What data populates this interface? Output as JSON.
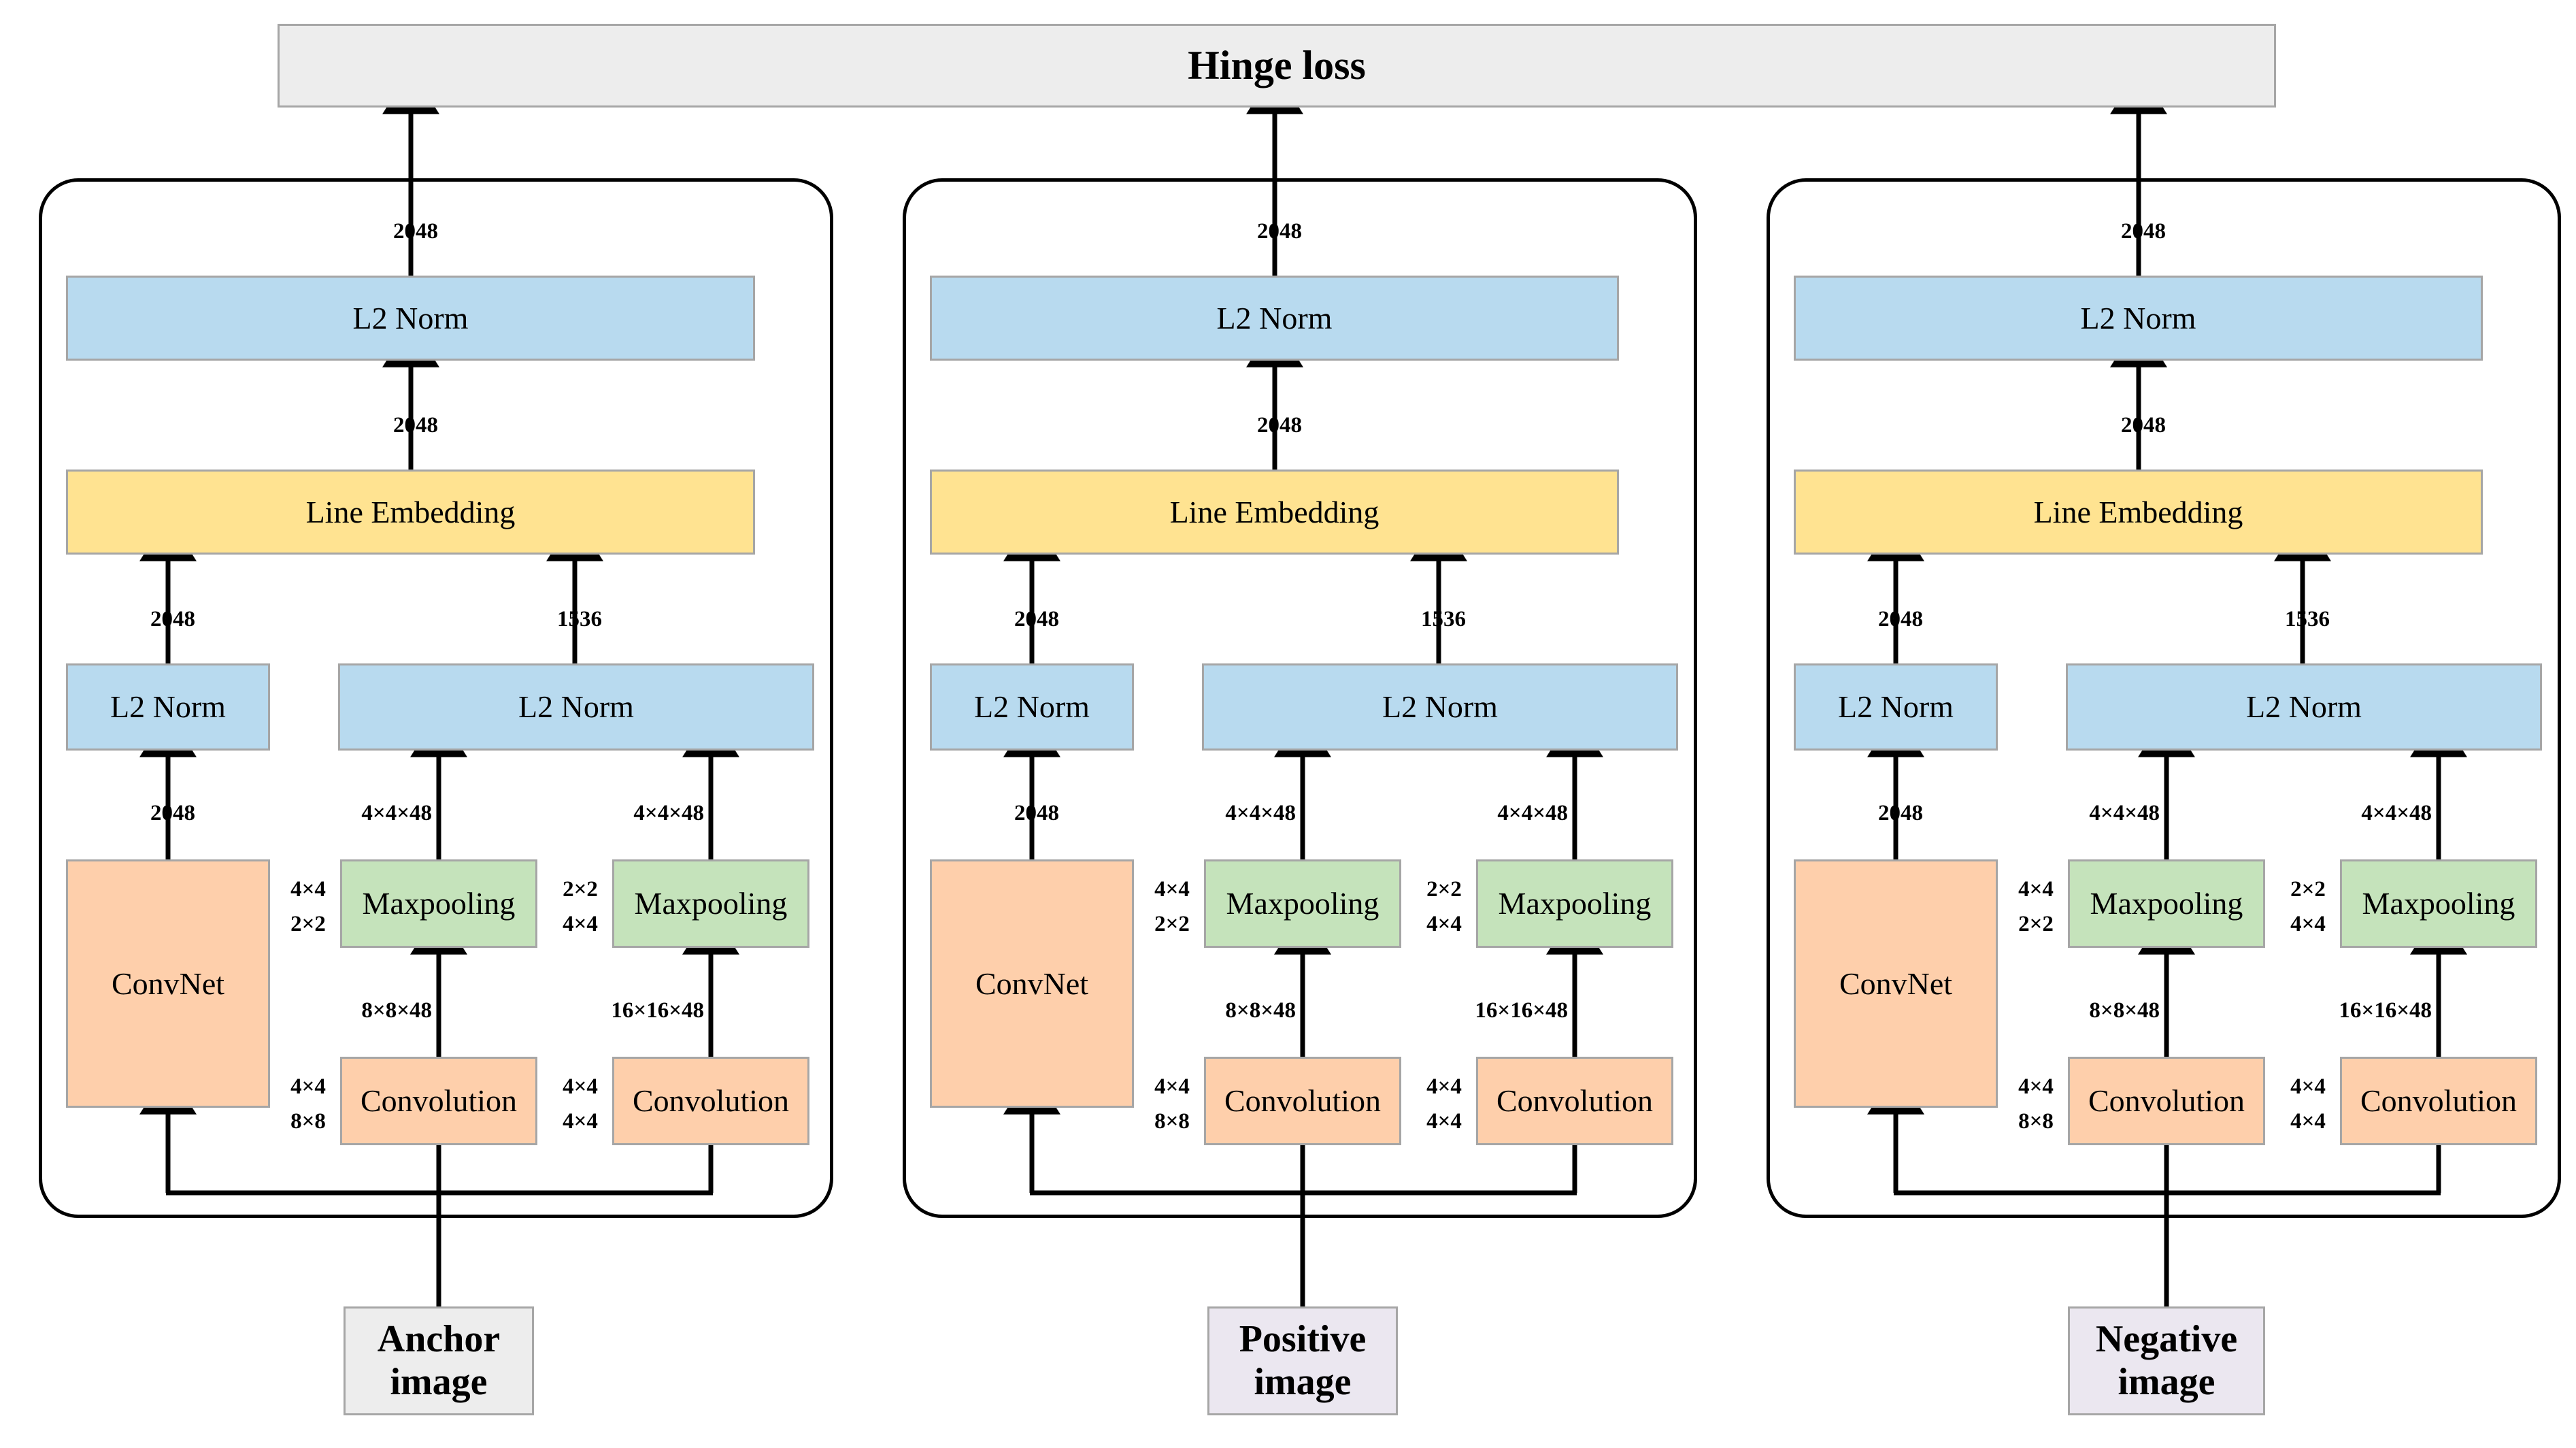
{
  "diagram": {
    "title_box": {
      "label": "Hinge loss"
    },
    "branches": [
      {
        "id": "anchor",
        "input_label": "Anchor\nimage",
        "input_line1": "Anchor",
        "input_line2": "image",
        "nodes": {
          "top_l2norm": "L2 Norm",
          "line_embedding": "Line Embedding",
          "left_l2norm": "L2 Norm",
          "right_l2norm": "L2 Norm",
          "convnet": "ConvNet",
          "maxpool_a": "Maxpooling",
          "maxpool_b": "Maxpooling",
          "conv_a": "Convolution",
          "conv_b": "Convolution"
        },
        "edge_labels": {
          "to_loss": "2048",
          "embed_to_topnorm": "2048",
          "leftnorm_to_embed": "2048",
          "rightnorm_to_embed": "1536",
          "convnet_to_leftnorm": "2048",
          "maxpool_a_to_norm": "4×4×48",
          "maxpool_b_to_norm": "4×4×48",
          "conv_a_to_maxpool": "8×8×48",
          "conv_b_to_maxpool": "16×16×48",
          "maxpool_a_kernel_line1": "4×4",
          "maxpool_a_kernel_line2": "2×2",
          "maxpool_b_kernel_line1": "2×2",
          "maxpool_b_kernel_line2": "4×4",
          "conv_a_kernel_line1": "4×4",
          "conv_a_kernel_line2": "8×8",
          "conv_b_kernel_line1": "4×4",
          "conv_b_kernel_line2": "4×4"
        }
      },
      {
        "id": "positive",
        "input_label": "Positive\nimage",
        "input_line1": "Positive",
        "input_line2": "image",
        "nodes": {
          "top_l2norm": "L2 Norm",
          "line_embedding": "Line Embedding",
          "left_l2norm": "L2 Norm",
          "right_l2norm": "L2 Norm",
          "convnet": "ConvNet",
          "maxpool_a": "Maxpooling",
          "maxpool_b": "Maxpooling",
          "conv_a": "Convolution",
          "conv_b": "Convolution"
        },
        "edge_labels": {
          "to_loss": "2048",
          "embed_to_topnorm": "2048",
          "leftnorm_to_embed": "2048",
          "rightnorm_to_embed": "1536",
          "convnet_to_leftnorm": "2048",
          "maxpool_a_to_norm": "4×4×48",
          "maxpool_b_to_norm": "4×4×48",
          "conv_a_to_maxpool": "8×8×48",
          "conv_b_to_maxpool": "16×16×48",
          "maxpool_a_kernel_line1": "4×4",
          "maxpool_a_kernel_line2": "2×2",
          "maxpool_b_kernel_line1": "2×2",
          "maxpool_b_kernel_line2": "4×4",
          "conv_a_kernel_line1": "4×4",
          "conv_a_kernel_line2": "8×8",
          "conv_b_kernel_line1": "4×4",
          "conv_b_kernel_line2": "4×4"
        }
      },
      {
        "id": "negative",
        "input_label": "Negative\nimage",
        "input_line1": "Negative",
        "input_line2": "image",
        "nodes": {
          "top_l2norm": "L2 Norm",
          "line_embedding": "Line Embedding",
          "left_l2norm": "L2 Norm",
          "right_l2norm": "L2 Norm",
          "convnet": "ConvNet",
          "maxpool_a": "Maxpooling",
          "maxpool_b": "Maxpooling",
          "conv_a": "Convolution",
          "conv_b": "Convolution"
        },
        "edge_labels": {
          "to_loss": "2048",
          "embed_to_topnorm": "2048",
          "leftnorm_to_embed": "2048",
          "rightnorm_to_embed": "1536",
          "convnet_to_leftnorm": "2048",
          "maxpool_a_to_norm": "4×4×48",
          "maxpool_b_to_norm": "4×4×48",
          "conv_a_to_maxpool": "8×8×48",
          "conv_b_to_maxpool": "16×16×48",
          "maxpool_a_kernel_line1": "4×4",
          "maxpool_a_kernel_line2": "2×2",
          "maxpool_b_kernel_line1": "2×2",
          "maxpool_b_kernel_line2": "4×4",
          "conv_a_kernel_line1": "4×4",
          "conv_a_kernel_line2": "8×8",
          "conv_b_kernel_line1": "4×4",
          "conv_b_kernel_line2": "4×4"
        }
      }
    ],
    "colors": {
      "norm_blue": "#b8daef",
      "embedding_yellow": "#ffe391",
      "pooling_green": "#c5e3bb",
      "conv_orange": "#fecfab",
      "loss_grey": "#ededed",
      "input_lavender": "#ebe7f0",
      "input_grey": "#ededed",
      "stroke_black": "#000000",
      "box_border_grey": "#a6a6a6"
    }
  }
}
